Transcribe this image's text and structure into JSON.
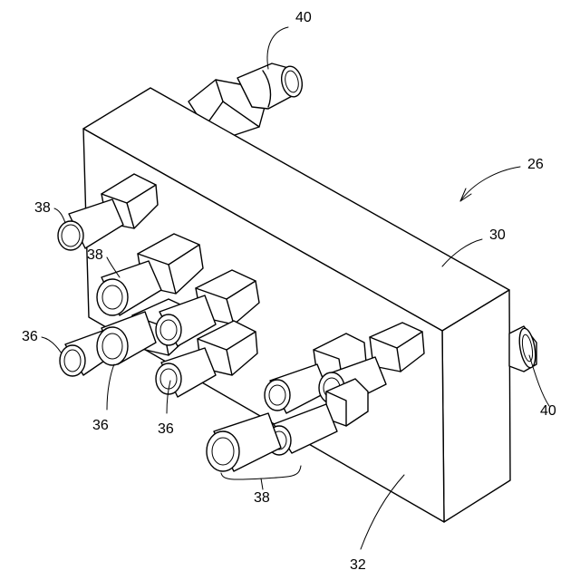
{
  "figure": {
    "labels": {
      "manifold_assembly": "26",
      "manifold_block": "30",
      "block_face": "32",
      "outlet_fitting_lower_left": "36",
      "outlet_fitting_lower_mid1": "36",
      "outlet_fitting_lower_mid2": "36",
      "fitting_upper_left": "38",
      "fitting_second_left": "38",
      "fitting_group_bottom": "38",
      "inlet_fitting_top": "40",
      "inlet_fitting_right": "40"
    }
  }
}
